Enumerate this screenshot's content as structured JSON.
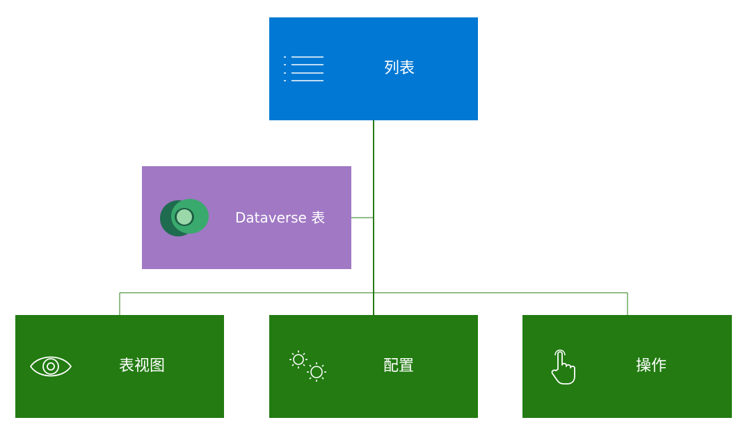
{
  "diagram": {
    "root": {
      "label": "列表",
      "icon": "list-icon",
      "color": "#0078d4"
    },
    "dataverse": {
      "label": "Dataverse 表",
      "icon": "dataverse-logo-icon",
      "color": "#a078c4"
    },
    "children": [
      {
        "label": "表视图",
        "icon": "eye-icon",
        "color": "#237b12"
      },
      {
        "label": "配置",
        "icon": "gears-icon",
        "color": "#237b12"
      },
      {
        "label": "操作",
        "icon": "touch-hand-icon",
        "color": "#237b12"
      }
    ],
    "connector_color": "#237b12"
  }
}
